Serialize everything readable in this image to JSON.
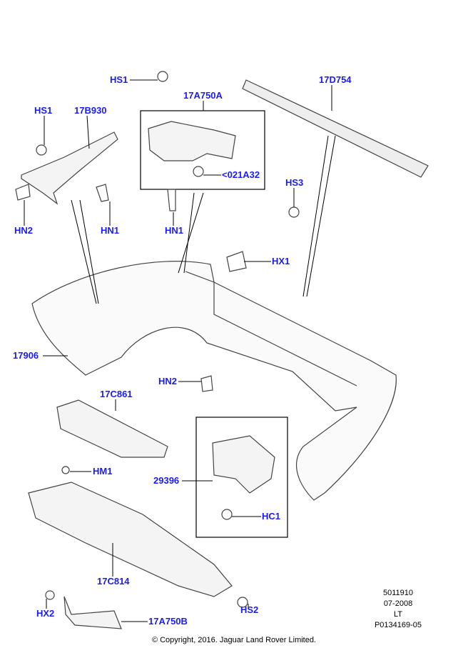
{
  "labels": {
    "hs1_top": "HS1",
    "a17A750A": "17A750A",
    "hs1_left": "HS1",
    "a17B930": "17B930",
    "a17D754": "17D754",
    "hs3": "HS3",
    "a021A32": "<021A32",
    "hn2_left": "HN2",
    "hn1_left": "HN1",
    "hn1_mid": "HN1",
    "hx1": "HX1",
    "a17906": "17906",
    "hn2_mid": "HN2",
    "a17C861": "17C861",
    "a29396": "29396",
    "hm1": "HM1",
    "hc1": "HC1",
    "a17C814": "17C814",
    "hs2": "HS2",
    "hx2": "HX2",
    "a17A750B": "17A750B"
  },
  "reference": {
    "number": "5011910",
    "date": "07-2008",
    "code": "LT",
    "illustration": "P0134169-05"
  },
  "copyright": "© Copyright, 2016. Jaguar Land Rover Limited.",
  "colors": {
    "label": "#1a1aff",
    "line": "#000000",
    "part": "#555555"
  }
}
